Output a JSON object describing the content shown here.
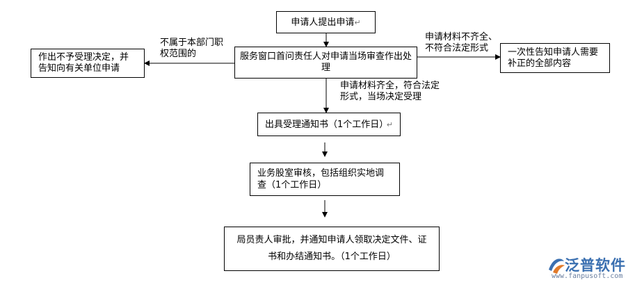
{
  "nodes": {
    "apply": "申请人提出申请",
    "window_review": "服务窗口首问责任人对申请当场审查作出处理",
    "reject": "作出不予受理决定，并告知向有关单位申请",
    "notify_supplement": "一次性告知申请人需要补正的全部内容",
    "accept_notice": "出具受理通知书（1个工作日）",
    "section_review": "业务股室审核，包括组织实地调查（1个工作日）",
    "approval": "局员责人审批，并通知申请人领取决定文件、证书和办结通知书。（1个工作日）"
  },
  "edges": {
    "not_in_scope": "不属于本部门职权范围的",
    "incomplete": "申请材料不齐全、不符合法定形式",
    "complete": "申请材料齐全，符合法定形式，当场决定受理"
  },
  "logo": {
    "name": "泛普软件",
    "url": "www.fanpusoft.com"
  },
  "colors": {
    "line": "#000000",
    "logo": "#3a6fb0"
  }
}
